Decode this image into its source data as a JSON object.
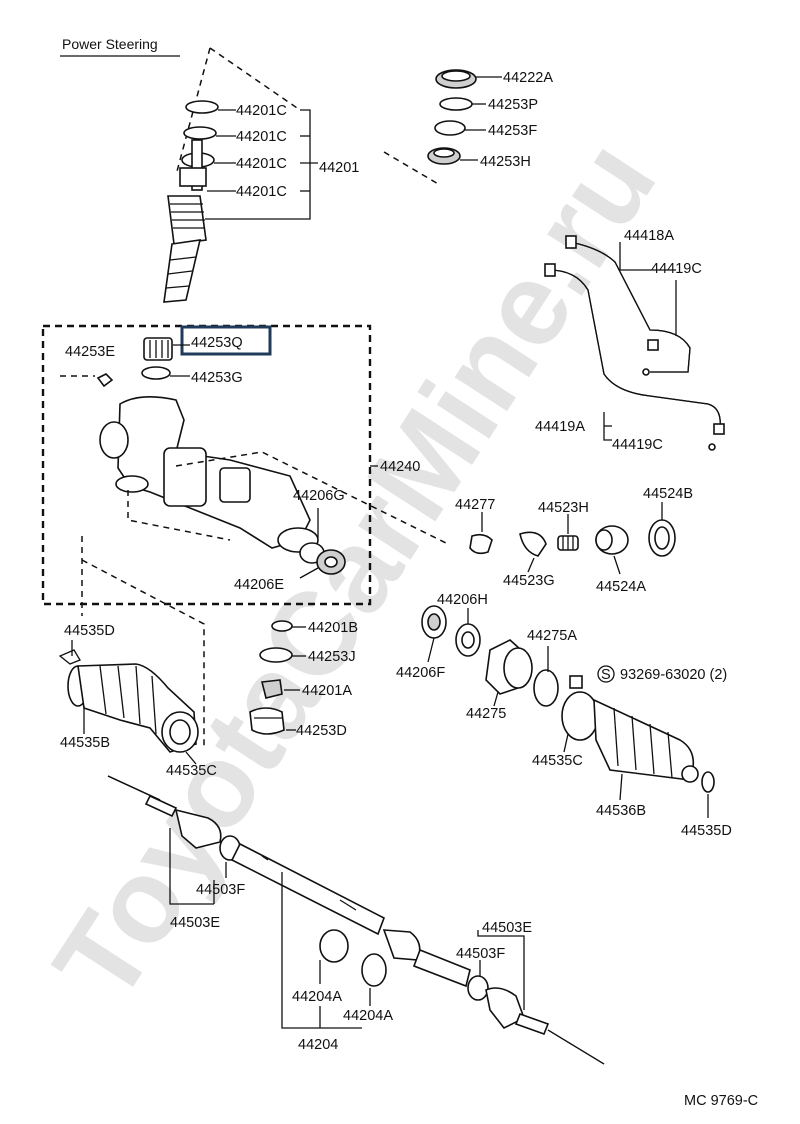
{
  "title": "Power Steering",
  "watermark": "ToyotaCarMine.ru",
  "diagram_code": "MC 9769-C",
  "highlight_color": "#1f3a5a",
  "labels": {
    "p44222A": "44222A",
    "p44253P": "44253P",
    "p44253F": "44253F",
    "p44253H": "44253H",
    "p44201C_1": "44201C",
    "p44201C_2": "44201C",
    "p44201C_3": "44201C",
    "p44201C_4": "44201C",
    "p44201": "44201",
    "p44253Q": "44253Q",
    "p44253E": "44253E",
    "p44253G": "44253G",
    "p44240": "44240",
    "p44206G": "44206G",
    "p44206E": "44206E",
    "p44418A": "44418A",
    "p44419C_top": "44419C",
    "p44419A": "44419A",
    "p44419C_bot": "44419C",
    "p44277": "44277",
    "p44523H": "44523H",
    "p44524B": "44524B",
    "p44523G": "44523G",
    "p44524A": "44524A",
    "p44206H": "44206H",
    "p44275A": "44275A",
    "p44206F": "44206F",
    "p44275": "44275",
    "p93269": "93269-63020 (2)",
    "s_mark": "S",
    "p44535D_left": "44535D",
    "p44201B": "44201B",
    "p44253J": "44253J",
    "p44201A": "44201A",
    "p44253D": "44253D",
    "p44535B": "44535B",
    "p44535C_left": "44535C",
    "p44535C_right": "44535C",
    "p44536B": "44536B",
    "p44535D_right": "44535D",
    "p44503F_left": "44503F",
    "p44503E_left": "44503E",
    "p44503E_right": "44503E",
    "p44503F_right": "44503F",
    "p44204A_1": "44204A",
    "p44204A_2": "44204A",
    "p44204": "44204"
  }
}
